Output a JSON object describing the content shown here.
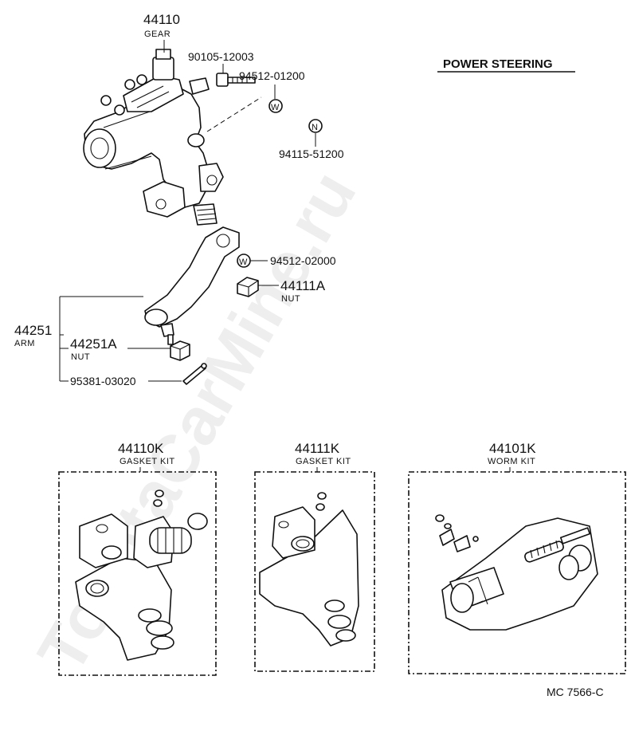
{
  "diagram": {
    "title": "POWER STEERING",
    "figure_code": "MC 7566-C",
    "watermark": "ToyotaCarMine.ru",
    "parts": [
      {
        "number": "44110",
        "name": "GEAR"
      },
      {
        "number": "90105-12003",
        "name": ""
      },
      {
        "number": "94512-01200",
        "name": ""
      },
      {
        "number": "94115-51200",
        "name": ""
      },
      {
        "number": "94512-02000",
        "name": ""
      },
      {
        "number": "44111A",
        "name": "NUT"
      },
      {
        "number": "44251",
        "name": "ARM"
      },
      {
        "number": "44251A",
        "name": "NUT"
      },
      {
        "number": "95381-03020",
        "name": ""
      }
    ],
    "symbols": {
      "washer": "W",
      "nut": "N"
    },
    "kits": [
      {
        "number": "44110K",
        "name": "GASKET KIT"
      },
      {
        "number": "44111K",
        "name": "GASKET KIT"
      },
      {
        "number": "44101K",
        "name": "WORM KIT"
      }
    ]
  }
}
